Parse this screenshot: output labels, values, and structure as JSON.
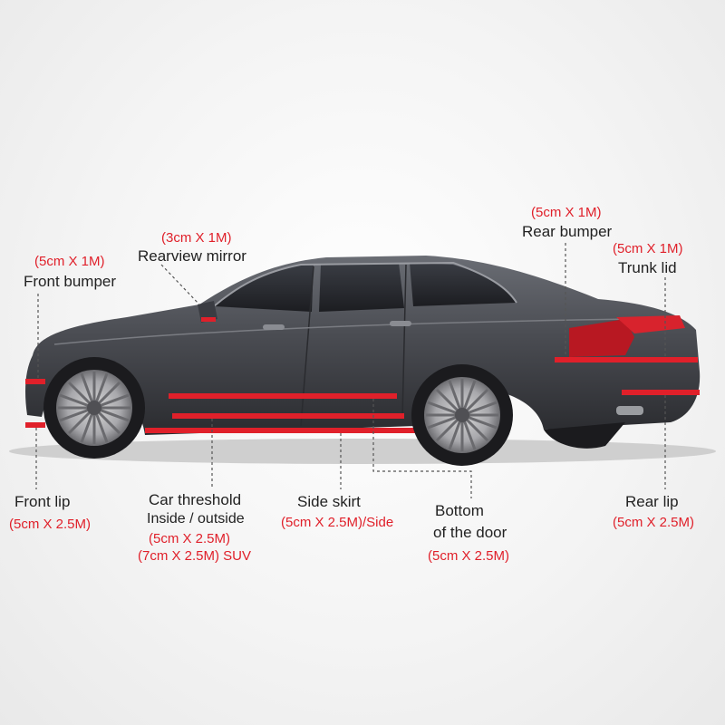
{
  "colors": {
    "accent": "#e0202a",
    "text": "#222222",
    "car_body": "#4a4c52"
  },
  "labels": {
    "front_bumper": {
      "size": "(5cm X 1M)",
      "name": "Front bumper"
    },
    "rearview_mirror": {
      "size": "(3cm X 1M)",
      "name": "Rearview mirror"
    },
    "rear_bumper": {
      "size": "(5cm X 1M)",
      "name": "Rear bumper"
    },
    "trunk_lid": {
      "size": "(5cm X 1M)",
      "name": "Trunk lid"
    },
    "front_lip": {
      "name": "Front lip",
      "size": "(5cm X 2.5M)"
    },
    "car_threshold": {
      "name": "Car threshold",
      "sub": "Inside / outside",
      "size1": "(5cm X 2.5M)",
      "size2": "(7cm X 2.5M) SUV"
    },
    "side_skirt": {
      "name": "Side skirt",
      "size": "(5cm X 2.5M)/Side"
    },
    "bottom_door": {
      "name1": "Bottom",
      "name2": "of the door",
      "size": "(5cm X 2.5M)"
    },
    "rear_lip": {
      "name": "Rear lip",
      "size": "(5cm X 2.5M)"
    }
  }
}
